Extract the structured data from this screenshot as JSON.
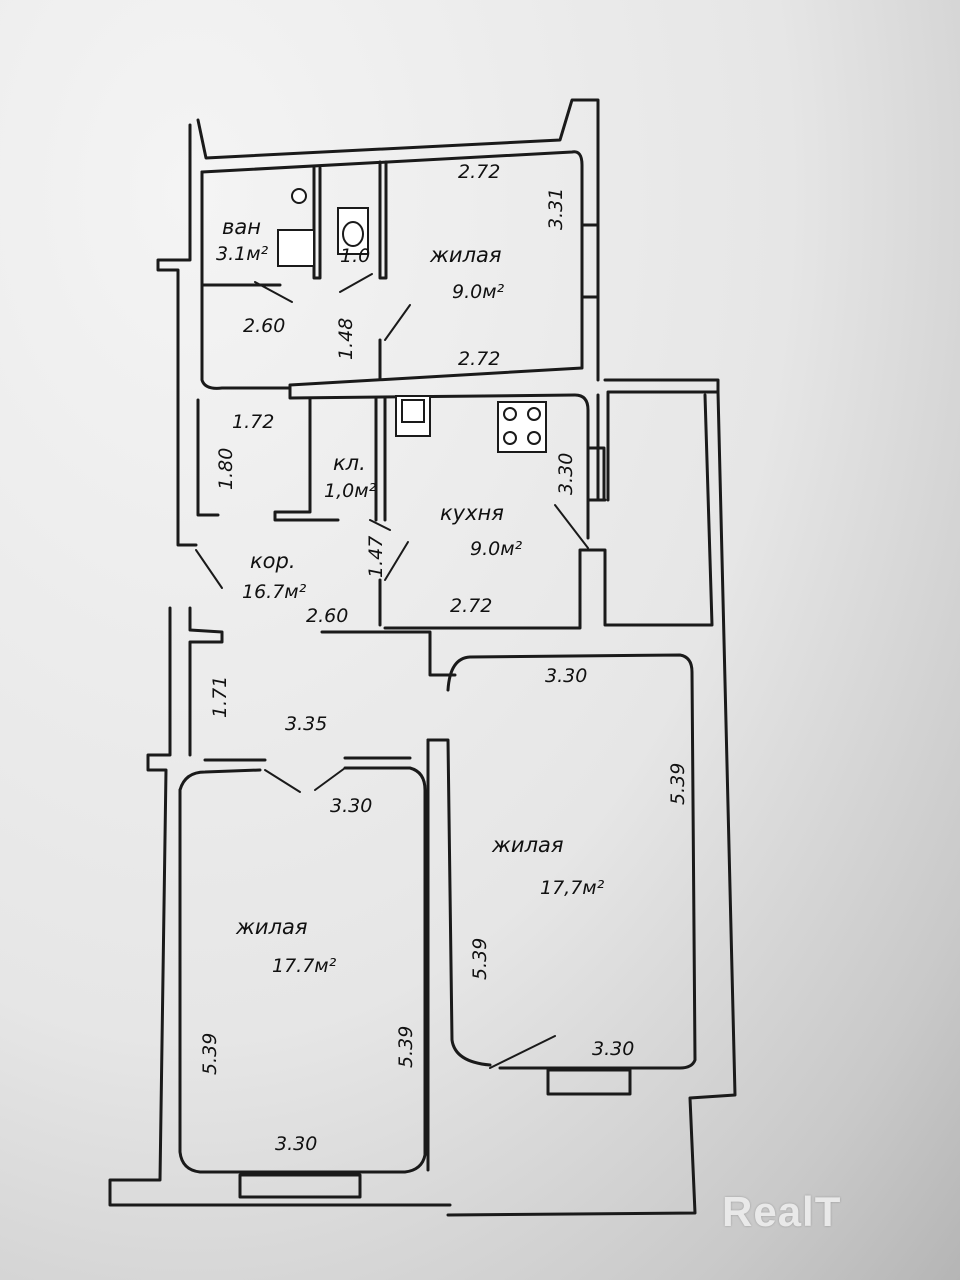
{
  "rooms": {
    "bathroom": {
      "label": "ван",
      "area": "3.1м²"
    },
    "toilet": {
      "dim": "1.0"
    },
    "living_small": {
      "label": "жилая",
      "area": "9.0м²"
    },
    "storage": {
      "label": "кл.",
      "area": "1,0м²"
    },
    "kitchen": {
      "label": "кухня",
      "area": "9.0м²"
    },
    "corridor": {
      "label": "кор.",
      "area": "16.7м²"
    },
    "living_left": {
      "label": "жилая",
      "area": "17.7м²"
    },
    "living_right": {
      "label": "жилая",
      "area": "17,7м²"
    }
  },
  "dimensions": {
    "top_room_top": "2.72",
    "top_room_side": "3.31",
    "top_room_bottom": "2.72",
    "bath_width": "2.60",
    "bath_height": "1.48",
    "corridor_top": "1.72",
    "corridor_side": "1.80",
    "kitchen_side": "3.30",
    "kitchen_left": "1.47",
    "kitchen_bottom": "2.72",
    "corridor_bottom": "2.60",
    "hall_side": "1.71",
    "hall_width": "3.35",
    "right_room_top": "3.30",
    "right_room_side": "5.39",
    "left_room_top": "3.30",
    "right_room_left": "5.39",
    "right_room_bottom": "3.30",
    "left_room_left": "5.39",
    "left_room_right": "5.39",
    "left_room_bottom": "3.30"
  },
  "watermark": "RealT"
}
